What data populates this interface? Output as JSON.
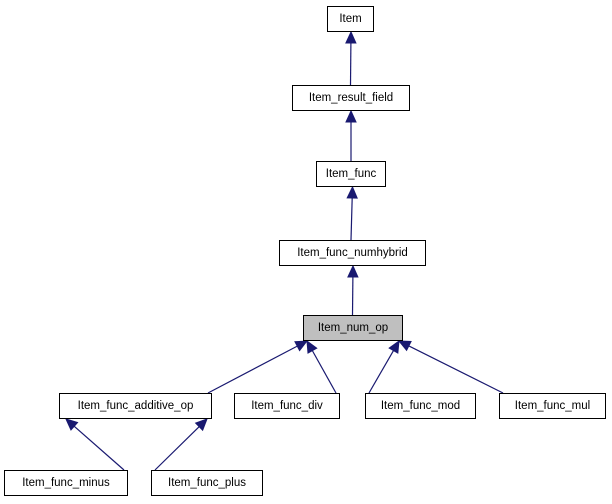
{
  "diagram": {
    "type": "inheritance",
    "edge_color": "#191970",
    "highlight_color": "#bfbfbf",
    "nodes": {
      "item": {
        "label": "Item"
      },
      "item_result_field": {
        "label": "Item_result_field"
      },
      "item_func": {
        "label": "Item_func"
      },
      "item_func_numhybrid": {
        "label": "Item_func_numhybrid"
      },
      "item_num_op": {
        "label": "Item_num_op",
        "current": true
      },
      "item_func_additive_op": {
        "label": "Item_func_additive_op"
      },
      "item_func_div": {
        "label": "Item_func_div"
      },
      "item_func_mod": {
        "label": "Item_func_mod"
      },
      "item_func_mul": {
        "label": "Item_func_mul"
      },
      "item_func_minus": {
        "label": "Item_func_minus"
      },
      "item_func_plus": {
        "label": "Item_func_plus"
      }
    },
    "edges": [
      {
        "from": "item_result_field",
        "to": "item"
      },
      {
        "from": "item_func",
        "to": "item_result_field"
      },
      {
        "from": "item_func_numhybrid",
        "to": "item_func"
      },
      {
        "from": "item_num_op",
        "to": "item_func_numhybrid"
      },
      {
        "from": "item_func_additive_op",
        "to": "item_num_op"
      },
      {
        "from": "item_func_div",
        "to": "item_num_op"
      },
      {
        "from": "item_func_mod",
        "to": "item_num_op"
      },
      {
        "from": "item_func_mul",
        "to": "item_num_op"
      },
      {
        "from": "item_func_minus",
        "to": "item_func_additive_op"
      },
      {
        "from": "item_func_plus",
        "to": "item_func_additive_op"
      }
    ]
  }
}
